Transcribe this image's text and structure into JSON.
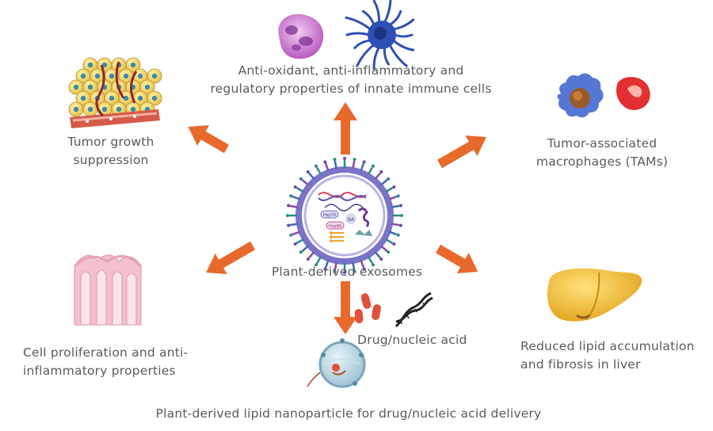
{
  "center": {
    "label": "Plant-derived exosomes"
  },
  "labels": {
    "innate_immune": [
      "Anti-oxidant, anti-inflammatory and",
      "regulatory properties of innate immune cells"
    ],
    "tumor_growth": [
      "Tumor growth",
      "suppression"
    ],
    "tams": [
      "Tumor-associated",
      "macrophages (TAMs)"
    ],
    "cell_proliferation": [
      "Cell proliferation and anti-",
      "inflammatory properties"
    ],
    "liver": [
      "Reduced lipid accumulation",
      "and fibrosis in liver"
    ],
    "drug": "Drug/nucleic acid",
    "nanoparticle": "Plant-derived lipid nanoparticle for drug/nucleic acid delivery"
  },
  "cargo": {
    "hsp70": "Hsp70",
    "hsp90": "Hsp90",
    "ba": "BA"
  },
  "colors": {
    "arrow": "#e8692c",
    "text": "#5a5a5a",
    "liver": "#f2c230",
    "dendritic": "#2e4fb5",
    "macrophage": "#5577d6",
    "rbc": "#e23030"
  }
}
